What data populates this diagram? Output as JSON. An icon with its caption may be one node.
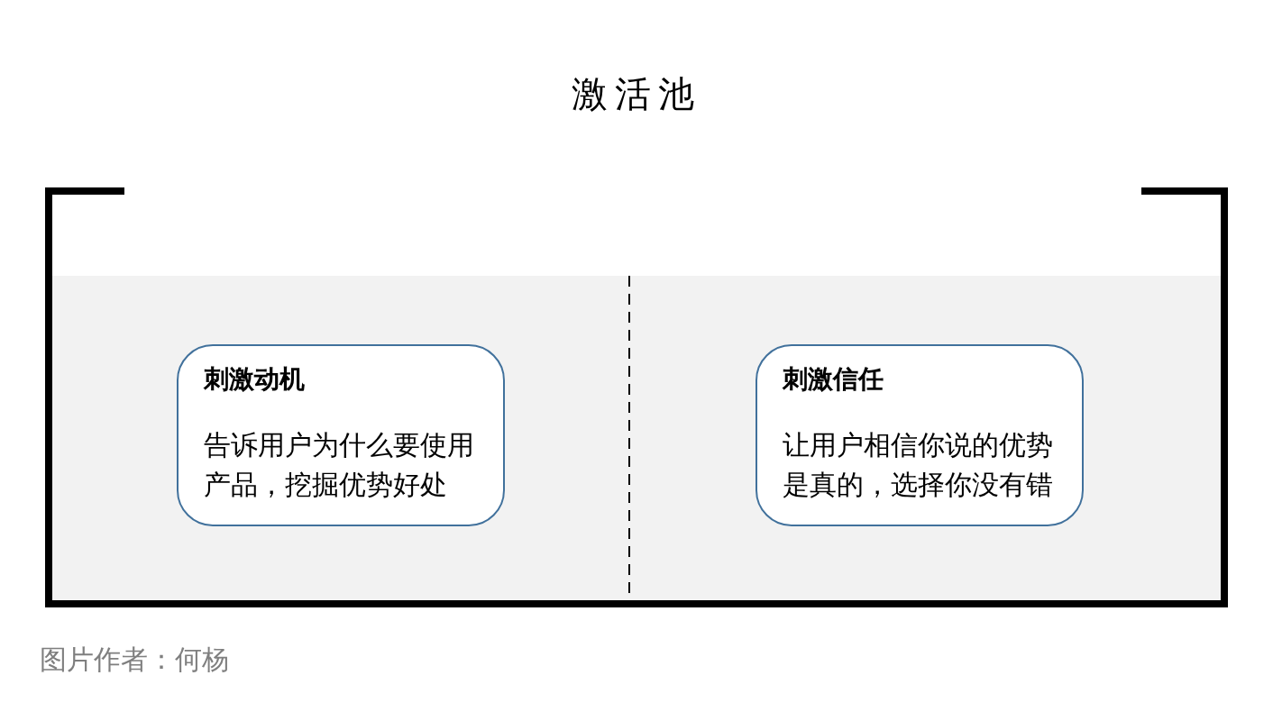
{
  "diagram": {
    "caption": "图片作者：何杨",
    "nodes": [
      {
        "text": [
          "激活池"
        ]
      },
      {
        "text": [
          "刺激动机",
          "告诉用户为什么要使用产品，挖掘优势好处"
        ],
        "in": 0
      },
      {
        "text": [
          "刺激信任",
          "让用户相信你说的优势是真的，选择你没有错"
        ],
        "in": 0
      }
    ]
  }
}
